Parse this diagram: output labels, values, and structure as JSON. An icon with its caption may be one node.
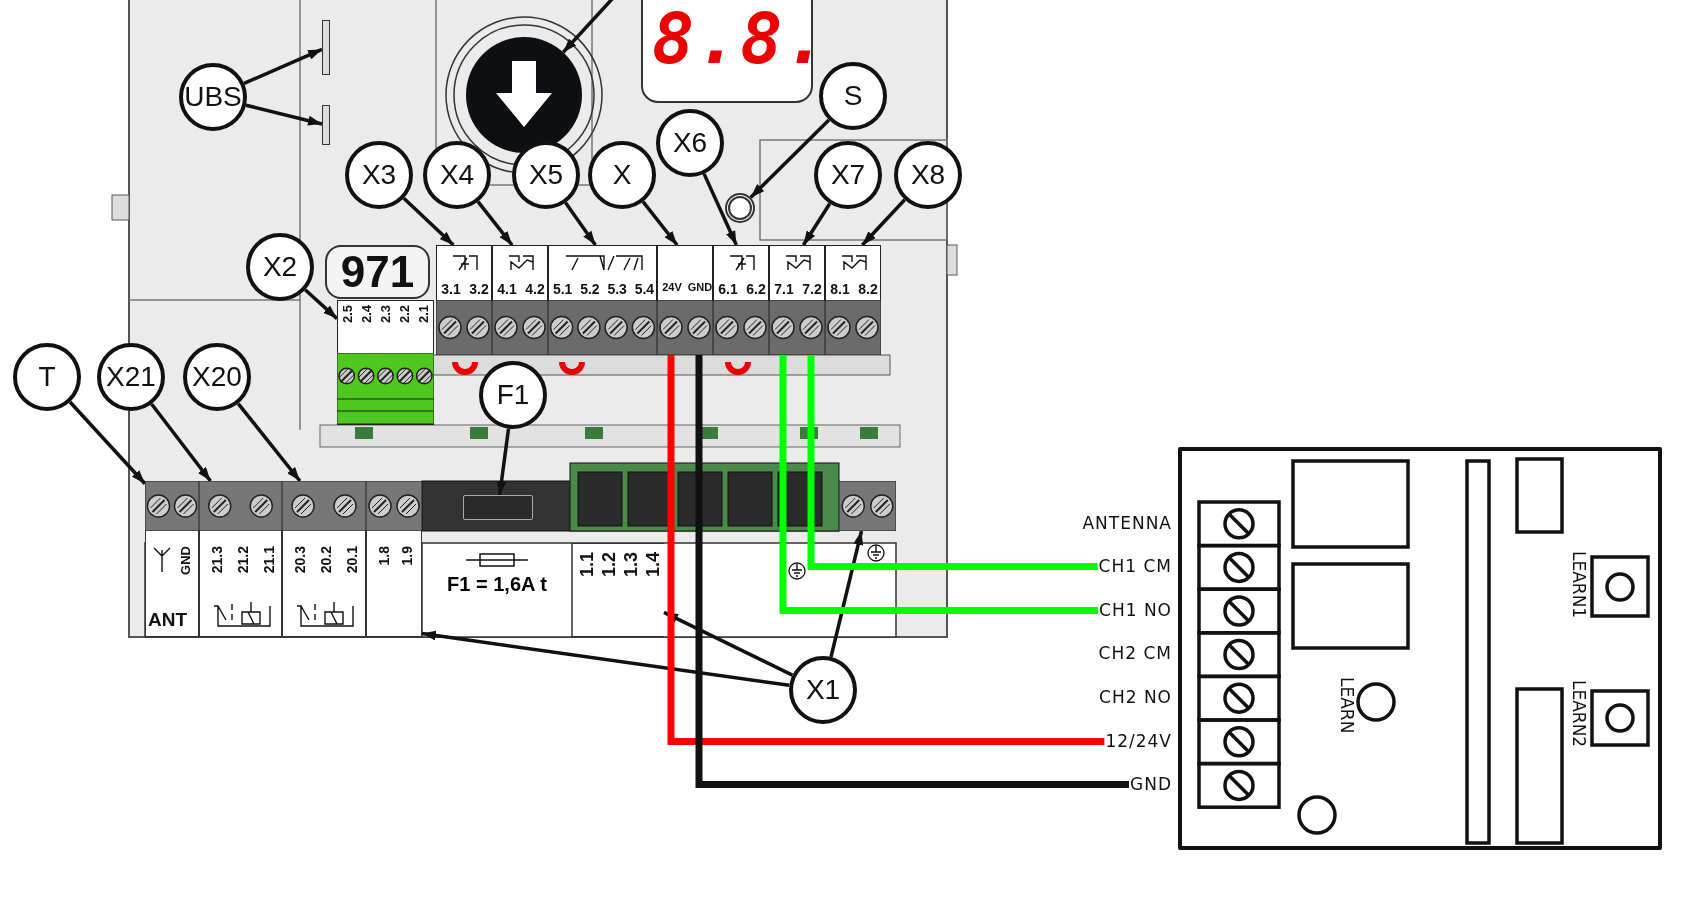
{
  "diagram": {
    "nodes": [
      {
        "text": [
          "UBS"
        ]
      },
      {
        "text": [],
        "shape": "bar"
      },
      {
        "text": [],
        "shape": "bar"
      },
      {
        "text": [],
        "shape": "circle"
      },
      {
        "text": [
          "X3"
        ]
      },
      {
        "text": [
          "3.1",
          "3.2"
        ]
      },
      {
        "text": [
          "X4"
        ]
      },
      {
        "text": [
          "4.1",
          "4.2"
        ]
      },
      {
        "text": [
          "X5"
        ]
      },
      {
        "text": [
          "5.1",
          "5.2",
          "5.3",
          "5.4"
        ]
      },
      {
        "text": [
          "X"
        ]
      },
      {
        "text": [
          "24V",
          "GND"
        ]
      },
      {
        "text": [
          "X6"
        ]
      },
      {
        "text": [
          "6.1",
          "6.2"
        ]
      },
      {
        "text": [
          "S"
        ]
      },
      {
        "text": [],
        "shape": "circle"
      },
      {
        "text": [
          "X7"
        ]
      },
      {
        "text": [
          "7.1",
          "7.2"
        ]
      },
      {
        "text": [
          "X8"
        ]
      },
      {
        "text": [
          "8.1",
          "8.2"
        ]
      },
      {
        "text": [
          "X2"
        ]
      },
      {
        "text": [
          "2.5",
          "2.4",
          "2.3",
          "2.2",
          "2.1"
        ]
      },
      {
        "text": [
          "T"
        ]
      },
      {
        "text": [
          "ANT",
          "GND"
        ]
      },
      {
        "text": [
          "X21"
        ]
      },
      {
        "text": [
          "21.3",
          "21.2",
          "21.1"
        ]
      },
      {
        "text": [
          "X20"
        ]
      },
      {
        "text": [
          "20.3",
          "20.2",
          "20.1"
        ]
      },
      {
        "text": [
          "F1"
        ]
      },
      {
        "text": [],
        "shape": "box"
      },
      {
        "text": [
          "X1"
        ]
      },
      {
        "text": [
          "1.8",
          "1.9"
        ]
      },
      {
        "text": [
          "1.1",
          "1.2",
          "1.3",
          "1.4"
        ]
      },
      {
        "text": [],
        "shape": "bar"
      },
      {
        "text": [
          "971"
        ]
      },
      {
        "text": [],
        "shape": "box"
      },
      {
        "text": [
          "ANTENNA"
        ]
      },
      {
        "text": [
          "CH1 CM"
        ]
      },
      {
        "text": [
          "CH1 NO"
        ]
      },
      {
        "text": [
          "CH2 CM"
        ]
      },
      {
        "text": [
          "CH2 NO"
        ]
      },
      {
        "text": [
          "12/24V"
        ]
      },
      {
        "text": [
          "GND"
        ]
      }
    ],
    "edges": [
      {
        "from": 0,
        "to": 1,
        "arrow": "to"
      },
      {
        "from": 0,
        "to": 2,
        "arrow": "to"
      },
      {
        "from": null,
        "to": 3,
        "arrow": "to"
      },
      {
        "from": 4,
        "to": 5,
        "arrow": "to"
      },
      {
        "from": 6,
        "to": 7,
        "arrow": "to"
      },
      {
        "from": 8,
        "to": 9,
        "arrow": "to"
      },
      {
        "from": 10,
        "to": 11,
        "arrow": "to"
      },
      {
        "from": 12,
        "to": 13,
        "arrow": "to"
      },
      {
        "from": 14,
        "to": 15,
        "arrow": "to"
      },
      {
        "from": 16,
        "to": 17,
        "arrow": "to"
      },
      {
        "from": 18,
        "to": 19,
        "arrow": "to"
      },
      {
        "from": 20,
        "to": 21,
        "arrow": "to"
      },
      {
        "from": 22,
        "to": 23,
        "arrow": "to"
      },
      {
        "from": 24,
        "to": 25,
        "arrow": "to"
      },
      {
        "from": 26,
        "to": 27,
        "arrow": "to"
      },
      {
        "from": 28,
        "to": 29,
        "arrow": "to"
      },
      {
        "from": 30,
        "to": 31,
        "arrow": "to"
      },
      {
        "from": 30,
        "to": 32,
        "arrow": "to"
      },
      {
        "from": 30,
        "to": 33,
        "arrow": "to"
      },
      {
        "from": 11,
        "to": 41,
        "arrow": "none",
        "style": "thick",
        "color": "#ff0000"
      },
      {
        "from": 11,
        "to": 42,
        "arrow": "none",
        "style": "thick"
      },
      {
        "from": 17,
        "to": 38,
        "arrow": "none",
        "style": "thick",
        "color": "#00ff00"
      },
      {
        "from": 17,
        "to": 37,
        "arrow": "none",
        "style": "thick",
        "color": "#00ff00"
      }
    ],
    "labels": [
      "8.8.",
      "F1 = 1,6A t",
      "LEARN1",
      "LEARN",
      "LEARN2"
    ]
  }
}
